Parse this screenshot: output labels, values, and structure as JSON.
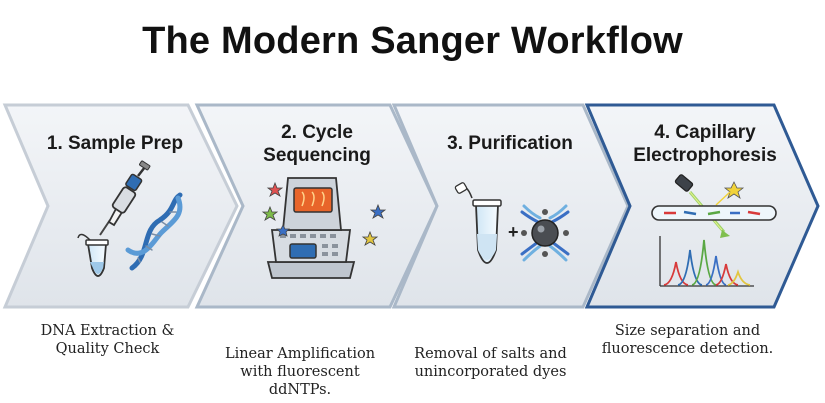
{
  "title": "The Modern Sanger Workflow",
  "steps": [
    {
      "title": "1. Sample Prep",
      "description": "DNA Extraction & Quality Check",
      "icons": [
        "micropipette-icon",
        "microtube-icon",
        "dna-helix-icon"
      ]
    },
    {
      "title": "2. Cycle Sequencing",
      "description": "Linear Amplification with fluorescent ddNTPs.",
      "icons": [
        "thermal-cycler-icon",
        "star-icon"
      ]
    },
    {
      "title": "3. Purification",
      "description": "Removal of salts and unincorporated dyes",
      "icons": [
        "microtube-icon",
        "plus-icon",
        "molecule-icon"
      ]
    },
    {
      "title": "4. Capillary Electrophoresis",
      "description": "Size separation and fluorescence detection.",
      "icons": [
        "laser-icon",
        "capillary-tube-icon",
        "electropherogram-icon"
      ]
    }
  ],
  "colors": {
    "panel_fill": "#e9edf2",
    "panel_border": "#c5ccd6",
    "final_border": "#2f5a94",
    "dna_blue": "#2f6db3",
    "cycler_screen": "#e8652a"
  }
}
